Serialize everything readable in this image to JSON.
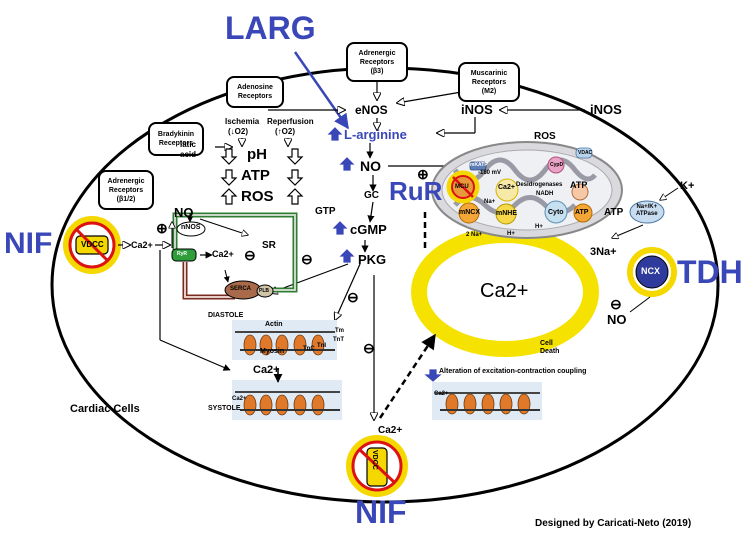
{
  "drugs": {
    "larg": "LARG",
    "nif_left": "NIF",
    "nif_bottom": "NIF",
    "rur": "RuR",
    "tdh": "TDH"
  },
  "receptors": {
    "adrenergic_b3": [
      "Adrenergic",
      "Receptors",
      "(β3)"
    ],
    "muscarinic_m2": [
      "Muscarinic",
      "Receptors",
      "(M2)"
    ],
    "adenosine": [
      "Adenosine",
      "Receptors"
    ],
    "bradykinin": [
      "Bradykinin",
      "Receptors"
    ],
    "adrenergic_b12": [
      "Adrenergic",
      "Receptors",
      "(β1/2)"
    ]
  },
  "pathway": {
    "enos": "eNOS",
    "inos_inside": "iNOS",
    "inos_outside": "iNOS",
    "l_arginine": "L-arginine",
    "no": "NO",
    "gc": "GC",
    "gtp": "GTP",
    "cgmp": "cGMP",
    "pkg": "PKG",
    "ischemia": "Ischemia",
    "ischemia_o2": "(↓O2)",
    "reperfusion": "Reperfusion",
    "reperfusion_o2": "(↑O2)",
    "latic": "latic",
    "acid": "acid",
    "ph": "pH",
    "atp": "ATP",
    "ros": "ROS"
  },
  "sr_region": {
    "no": "NO",
    "nnos": "nNOS",
    "sr": "SR",
    "ca_left": "Ca2+",
    "ca_ryr": "Ca2+",
    "vdcc": "VDCC",
    "ryr": "RyR",
    "serca": "SERCA",
    "plb": "PLB",
    "plus": "⊕",
    "minus": "⊖"
  },
  "contraction": {
    "diastole": "DIASTOLE",
    "systole": "SYSTOLE",
    "actin": "Actin",
    "myosin": "Myosin",
    "tnc": "TnC",
    "tni": "TnI",
    "tm": "Tm",
    "tnt": "TnT",
    "ca": "Ca2+",
    "ca_small": "Ca2+"
  },
  "mito": {
    "ros": "ROS",
    "mv": "-180 mV",
    "mkatp": "mKATP",
    "ca": "Ca2+",
    "desidrogenases": "Desidrogenases",
    "nadh": "NADH",
    "mncx": "mNCX",
    "mnhe": "mNHE",
    "cyto": "Cyto",
    "atp1": "ATP",
    "atp2": "ATP",
    "h1": "H+",
    "na": "Na+",
    "two_na": "2 Na+",
    "h2": "H+",
    "vdac": "VDAC",
    "cypd": "CypD",
    "mcu": "MCU"
  },
  "right_side": {
    "k": "K+",
    "atp": "ATP",
    "pump": [
      "Na+/K+",
      "ATPase"
    ],
    "three_na": "3Na+",
    "ncx": "NCX",
    "no": "NO"
  },
  "center": {
    "ca_big": "Ca2+",
    "cell_death": [
      "Cell",
      "Death"
    ],
    "alteration": "Alteration of excitation-contraction coupling",
    "ca_bottom": "Ca2+",
    "ca_small": "Ca2+"
  },
  "labels": {
    "cardiac_cells": "Cardiac Cells",
    "credit": "Designed by Caricati-Neto (2019)"
  }
}
